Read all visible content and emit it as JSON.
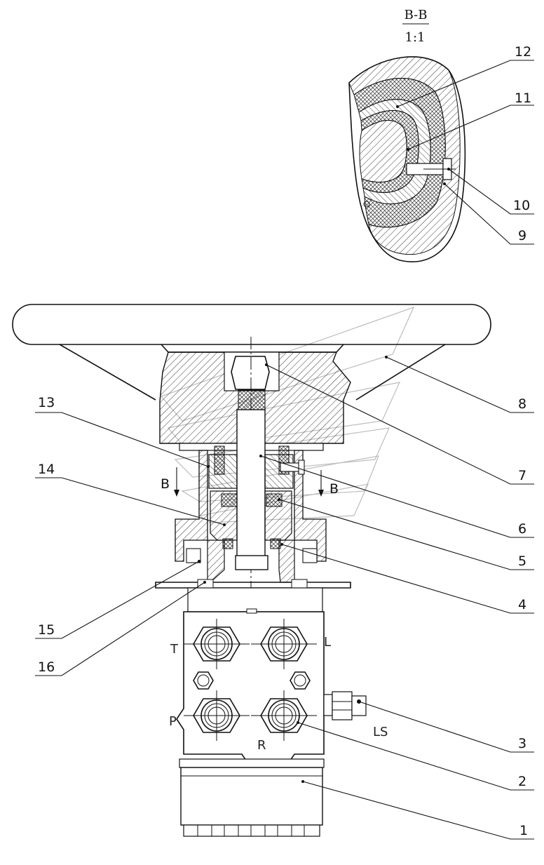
{
  "section": {
    "name": "B-B",
    "scale": "1:1"
  },
  "part_labels": [
    "1",
    "2",
    "3",
    "4",
    "5",
    "6",
    "7",
    "8",
    "9",
    "10",
    "11",
    "12",
    "13",
    "14",
    "15",
    "16"
  ],
  "section_marks": [
    "B",
    "B"
  ],
  "ports": [
    "T",
    "L",
    "P",
    "R",
    "LS"
  ]
}
